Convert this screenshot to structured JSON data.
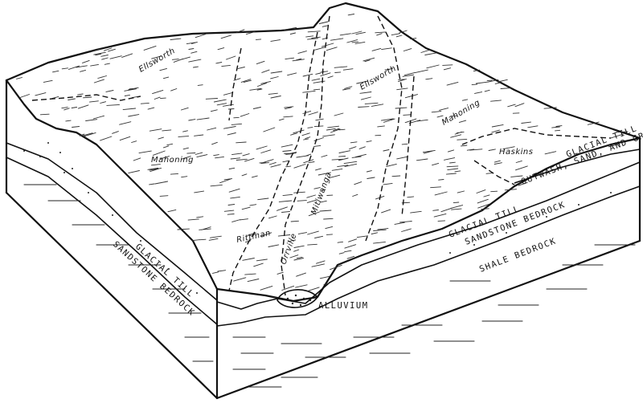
{
  "soil_series": {
    "ellsworth_left": "Ellsworth",
    "ellsworth_right": "Ellsworth",
    "mahoning_left": "Mahoning",
    "mahoning_right": "Mahoning",
    "haskins": "Haskins",
    "mitiwanga": "Mitiwanga",
    "rittman": "Rittman",
    "orrville": "Orrville"
  },
  "geology": {
    "glacial_till_left": "GLACIAL TILL",
    "sandstone_bedrock_left": "SANDSTONE BEDROCK",
    "alluvium": "ALLUVIUM",
    "outwash": "OUTWASH, SAND, AND GRAVEL",
    "glacial_till_right_top": "GLACIAL TILL",
    "glacial_till_right": "GLACIAL TILL",
    "sandstone_bedrock_right": "SANDSTONE BEDROCK",
    "shale_bedrock": "SHALE BEDROCK"
  }
}
